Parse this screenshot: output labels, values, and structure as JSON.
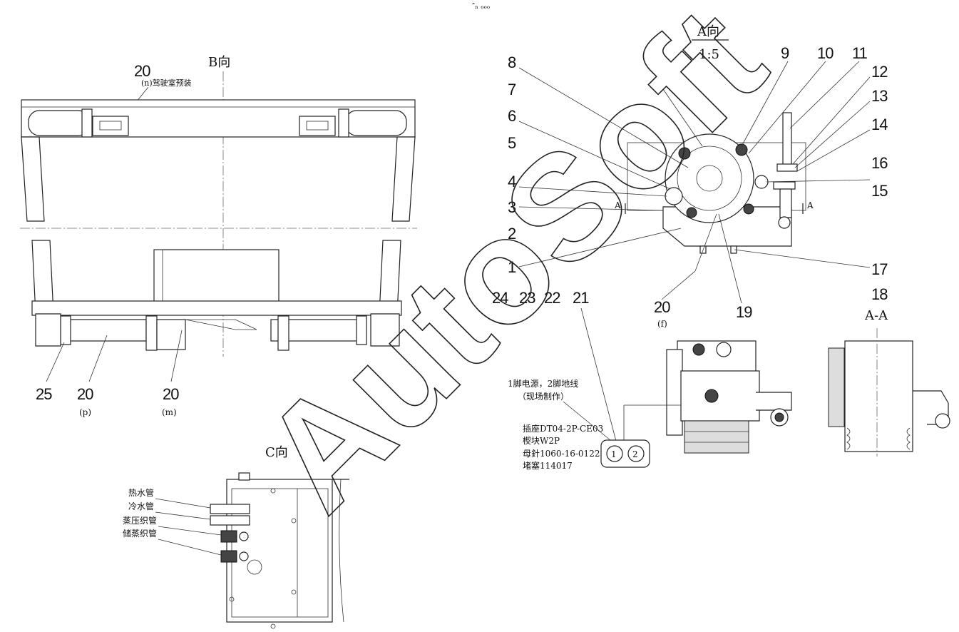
{
  "header_mark": "″ₙ ₒₒₒ",
  "view_b": {
    "title": "B向",
    "callout_top": "20",
    "callout_top_note": "(n)驾驶室预装",
    "callouts_bottom": [
      {
        "num": "25",
        "sub": ""
      },
      {
        "num": "20",
        "sub": "(p)"
      },
      {
        "num": "20",
        "sub": "(m)"
      }
    ]
  },
  "view_a": {
    "title": "A向",
    "scale": "1:5",
    "section_mark": "A",
    "callouts": [
      "1",
      "2",
      "3",
      "4",
      "5",
      "6",
      "7",
      "8",
      "9",
      "10",
      "11",
      "12",
      "13",
      "14",
      "15",
      "16",
      "17",
      "18",
      "19",
      "20",
      "21",
      "22",
      "23",
      "24"
    ],
    "callout_20_sub": "(f)"
  },
  "section_aa": {
    "title": "A-A"
  },
  "connector": {
    "note_line1": "1脚电源，2脚地线",
    "note_line2": "（现场制作）",
    "spec_lines": [
      "插座DT04-2P-CE03",
      "楔块W2P",
      "母針1060-16-0122",
      "堵塞114017"
    ],
    "pin1": "1",
    "pin2": "2"
  },
  "view_c": {
    "title": "C向",
    "pipes": [
      "热水管",
      "冷水管",
      "蒸压织管",
      "储蒸织管"
    ]
  },
  "watermark": "AutoSoft"
}
